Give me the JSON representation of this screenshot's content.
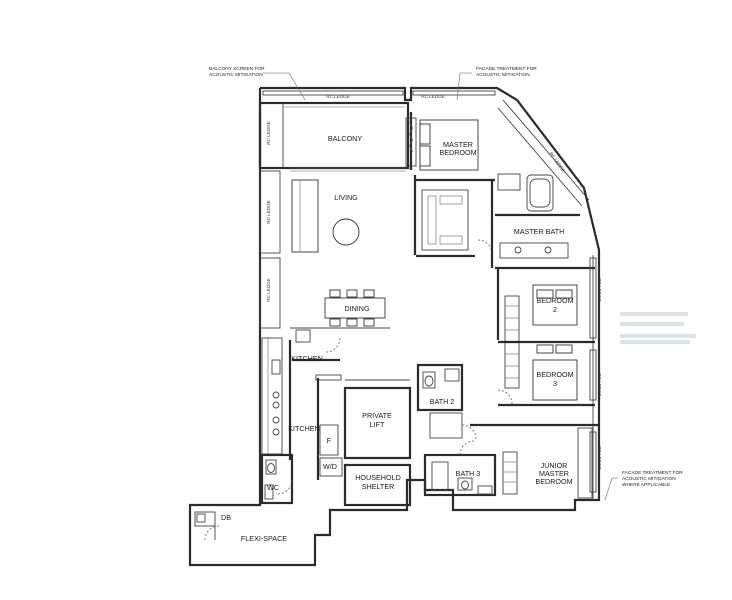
{
  "rooms": {
    "balcony": "BALCONY",
    "living": "LIVING",
    "dining": "DINING",
    "kitchen_upper": "KITCHEN",
    "kitchen_lower": "KITCHEN",
    "master_bedroom_line1": "MASTER",
    "master_bedroom_line2": "BEDROOM",
    "master_bath": "MASTER BATH",
    "bedroom2_line1": "BEDROOM",
    "bedroom2_line2": "2",
    "bedroom3_line1": "BEDROOM",
    "bedroom3_line2": "3",
    "private_lift_line1": "PRIVATE",
    "private_lift_line2": "LIFT",
    "bath2": "BATH 2",
    "bath3": "BATH 3",
    "junior_master_line1": "JUNIOR",
    "junior_master_line2": "MASTER",
    "junior_master_line3": "BEDROOM",
    "household_shelter_line1": "HOUSEHOLD",
    "household_shelter_line2": "SHELTER",
    "fridge": "F",
    "wd": "W/D",
    "wc": "WC",
    "db": "DB",
    "flexi_space": "FLEXI-SPACE"
  },
  "ledges": {
    "top_left": "RC LEDGE",
    "top_right": "RC LEDGE",
    "left_1": "RC LEDGE",
    "left_2": "RC LEDGE",
    "left_3": "RC LEDGE",
    "diagonal": "RC LEDGE",
    "right_1": "RC LEDGE",
    "right_2": "RC LEDGE",
    "right_3": "RC LEDGE"
  },
  "notes": {
    "balcony_screen_line1": "BALCONY SCREEN FOR",
    "balcony_screen_line2": "ACOUSTIC MITIGATION",
    "facade_top_line1": "FACADE TREATMENT FOR",
    "facade_top_line2": "ACOUSTIC MITIGATION",
    "facade_right_line1": "FACADE TREATMENT FOR",
    "facade_right_line2": "ACOUSTIC MITIGATION",
    "facade_right_line3": "WHERE APPLICABLE"
  }
}
